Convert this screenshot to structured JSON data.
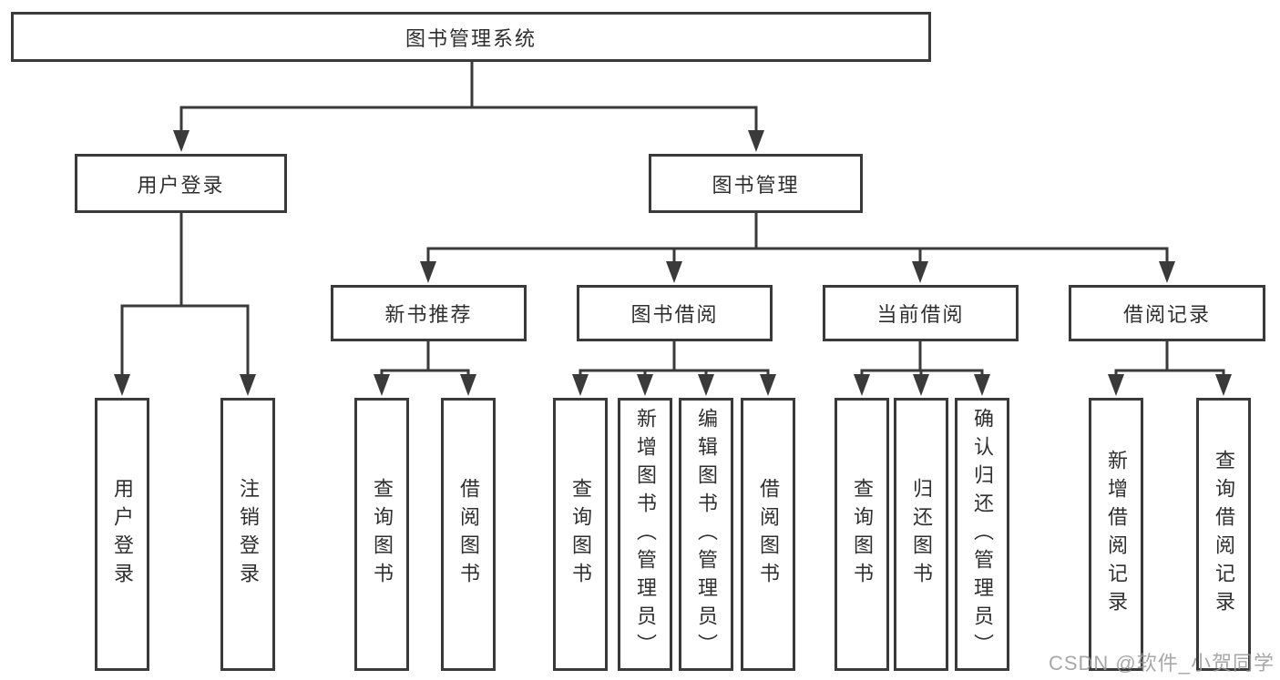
{
  "colors": {
    "line": "#3a3a3a",
    "box_border": "#3a3a3a",
    "box_fill": "#ffffff",
    "text": "#2f2f2f",
    "watermark": "#989898",
    "background": "#ffffff"
  },
  "tree": {
    "root": {
      "label": "图书管理系统"
    },
    "branches": [
      {
        "label": "用户登录",
        "children": [
          {
            "label": "用户登录"
          },
          {
            "label": "注销登录"
          }
        ]
      },
      {
        "label": "图书管理",
        "children": [
          {
            "label": "新书推荐",
            "children": [
              {
                "label": "查询图书"
              },
              {
                "label": "借阅图书"
              }
            ]
          },
          {
            "label": "图书借阅",
            "children": [
              {
                "label": "查询图书"
              },
              {
                "label": "新增图书（管理员）"
              },
              {
                "label": "编辑图书（管理员）"
              },
              {
                "label": "借阅图书"
              }
            ]
          },
          {
            "label": "当前借阅",
            "children": [
              {
                "label": "查询图书"
              },
              {
                "label": "归还图书"
              },
              {
                "label": "确认归还（管理员）"
              }
            ]
          },
          {
            "label": "借阅记录",
            "children": [
              {
                "label": "新增借阅记录"
              },
              {
                "label": "查询借阅记录"
              }
            ]
          }
        ]
      }
    ]
  },
  "watermark": {
    "text": "CSDN @软件_小贺同学"
  }
}
